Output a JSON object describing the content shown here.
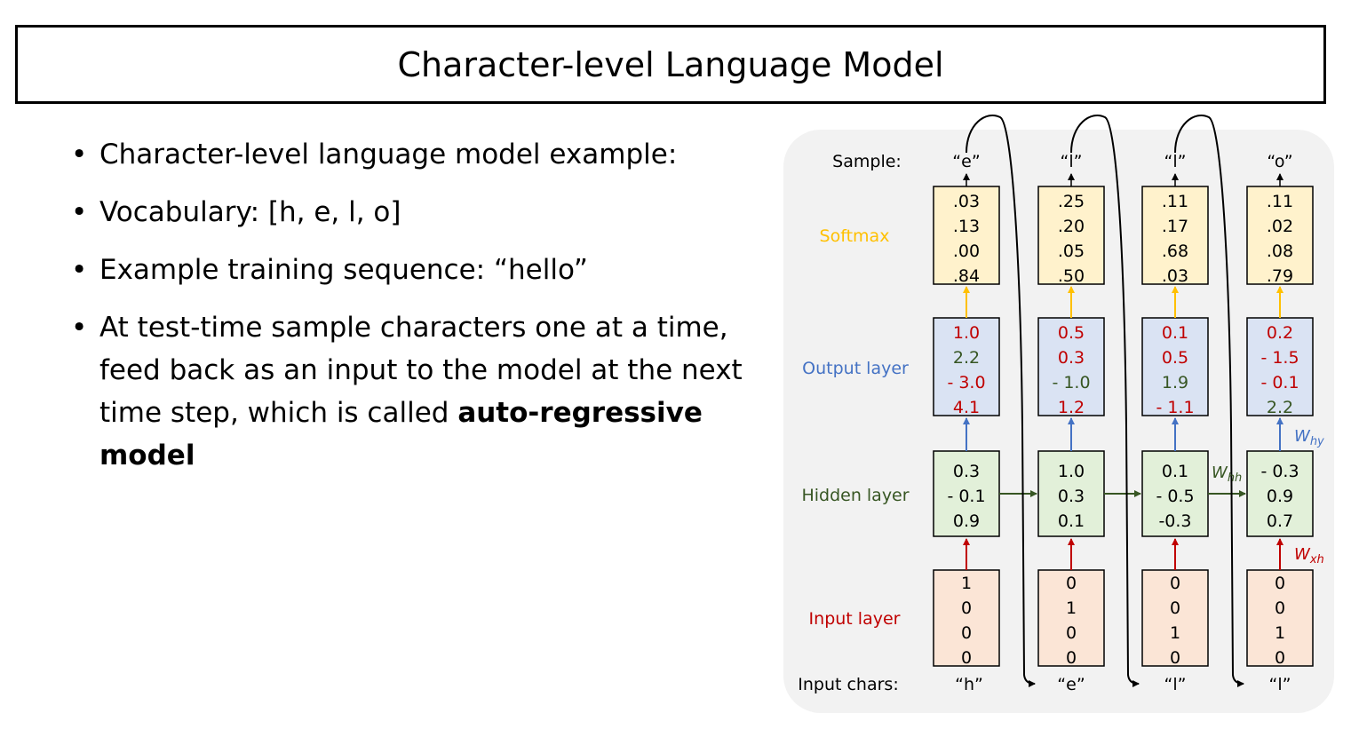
{
  "title": "Character-level Language Model",
  "bullets": [
    "Character-level language model example:",
    "Vocabulary: [h, e, l, o]",
    "Example training sequence: “hello”",
    "At test-time sample characters one at a time, feed back as an input to the model at the next time step, which is called "
  ],
  "bullet4_bold": "auto-regressive model",
  "diagram": {
    "row_labels": {
      "sample": "Sample:",
      "softmax": "Softmax",
      "output": "Output layer",
      "hidden": "Hidden layer",
      "input": "Input layer",
      "input_chars": "Input chars:"
    },
    "weights": {
      "why": "W",
      "why_sub": "hy",
      "whh": "W",
      "whh_sub": "hh",
      "wxh": "W",
      "wxh_sub": "xh"
    },
    "columns": [
      {
        "sample": "“e”",
        "softmax": [
          ".03",
          ".13",
          ".00",
          ".84"
        ],
        "output": [
          "1.0",
          "2.2",
          "- 3.0",
          "4.1"
        ],
        "hidden": [
          "0.3",
          "- 0.1",
          "0.9"
        ],
        "input": [
          "1",
          "0",
          "0",
          "0"
        ],
        "char": "“h”"
      },
      {
        "sample": "“l”",
        "softmax": [
          ".25",
          ".20",
          ".05",
          ".50"
        ],
        "output": [
          "0.5",
          "0.3",
          "- 1.0",
          "1.2"
        ],
        "hidden": [
          "1.0",
          "0.3",
          "0.1"
        ],
        "input": [
          "0",
          "1",
          "0",
          "0"
        ],
        "char": "“e”"
      },
      {
        "sample": "“l”",
        "softmax": [
          ".11",
          ".17",
          ".68",
          ".03"
        ],
        "output": [
          "0.1",
          "0.5",
          "1.9",
          "- 1.1"
        ],
        "hidden": [
          "0.1",
          "- 0.5",
          "-0.3"
        ],
        "input": [
          "0",
          "0",
          "1",
          "0"
        ],
        "char": "“l”"
      },
      {
        "sample": "“o”",
        "softmax": [
          ".11",
          ".02",
          ".08",
          ".79"
        ],
        "output": [
          "0.2",
          "- 1.5",
          "- 0.1",
          "2.2"
        ],
        "hidden": [
          "- 0.3",
          "0.9",
          "0.7"
        ],
        "input": [
          "0",
          "0",
          "1",
          "0"
        ],
        "char": "“l”"
      }
    ],
    "output_colors": [
      [
        "red",
        "green",
        "red",
        "red"
      ],
      [
        "red",
        "red",
        "green",
        "red"
      ],
      [
        "red",
        "red",
        "green",
        "red"
      ],
      [
        "red",
        "red",
        "red",
        "green"
      ]
    ],
    "colors": {
      "softmax_fill": "#fff2cc",
      "softmax_text": "#ffc000",
      "output_fill": "#dae3f3",
      "output_text": "#4472c4",
      "hidden_fill": "#e2f0d9",
      "hidden_text": "#375623",
      "input_fill": "#fbe5d6",
      "input_text": "#c00000",
      "value_red": "#c00000",
      "value_green": "#375623",
      "panel": "#f2f2f2"
    }
  }
}
